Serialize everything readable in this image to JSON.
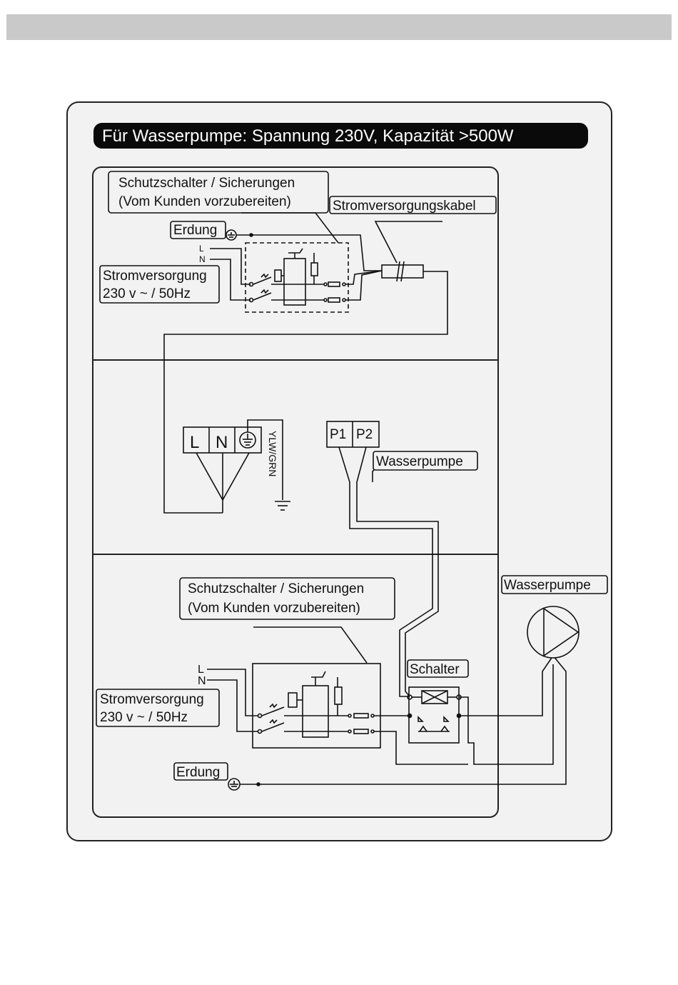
{
  "title": "Für Wasserpumpe: Spannung 230V, Kapazität >500W",
  "top_section": {
    "breaker_label_line1": "Schutzschalter / Sicherungen",
    "breaker_label_line2": "(Vom Kunden vorzubereiten)",
    "cable_label": "Stromversorgungskabel",
    "earth_label": "Erdung",
    "wire_l": "L",
    "wire_n": "N",
    "supply_line1": "Stromversorgung",
    "supply_line2": "230 v ~ / 50Hz"
  },
  "middle_section": {
    "terminal_l": "L",
    "terminal_n": "N",
    "ground_wire_label": "YLW/GRN",
    "pump_terminal_p1": "P1",
    "pump_terminal_p2": "P2",
    "pump_label": "Wasserpumpe"
  },
  "bottom_section": {
    "breaker_label_line1": "Schutzschalter / Sicherungen",
    "breaker_label_line2": "(Vom Kunden vorzubereiten)",
    "switch_label": "Schalter",
    "wire_l": "L",
    "wire_n": "N",
    "supply_line1": "Stromversorgung",
    "supply_line2": "230 v ~ / 50Hz",
    "earth_label": "Erdung",
    "pump_label": "Wasserpumpe"
  }
}
